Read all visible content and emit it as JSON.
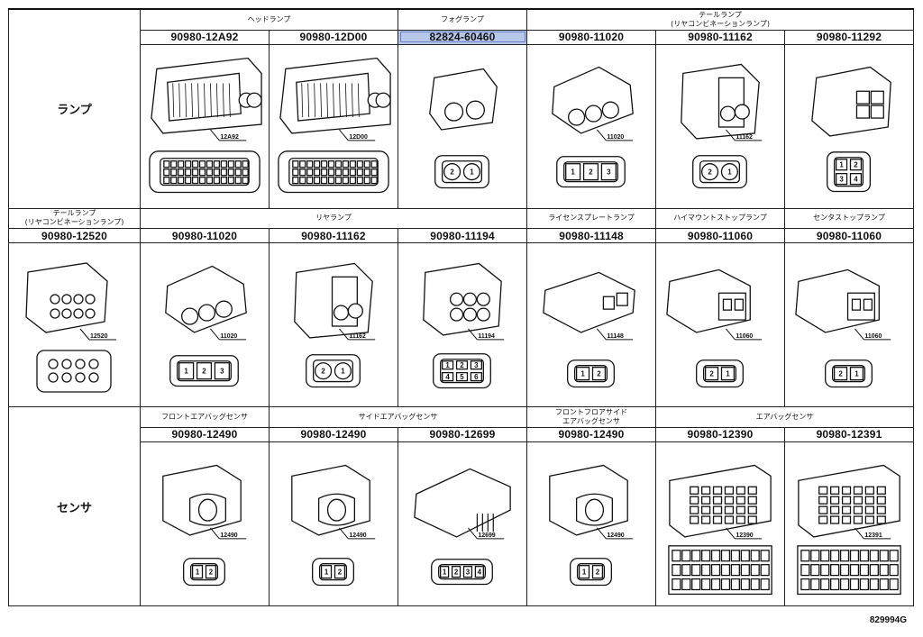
{
  "row1": {
    "label": "ランプ",
    "groups": [
      "ヘッドランプ",
      "フォグランプ",
      "テールランプ\n(リヤコンビネーションランプ)"
    ],
    "parts": [
      {
        "num": "90980-12A92",
        "callout": "12A92",
        "kind": "head"
      },
      {
        "num": "90980-12D00",
        "callout": "12D00",
        "kind": "head"
      },
      {
        "num": "82824-60460",
        "callout": "",
        "kind": "fog",
        "pins": [
          "2",
          "1"
        ]
      },
      {
        "num": "90980-11020",
        "callout": "11020",
        "kind": "tri",
        "pins": [
          "1",
          "2",
          "3"
        ]
      },
      {
        "num": "90980-11162",
        "callout": "11162",
        "kind": "dual",
        "pins": [
          "2",
          "1"
        ]
      },
      {
        "num": "90980-11292",
        "callout": "",
        "kind": "quad",
        "pins": [
          "1",
          "2",
          "3",
          "4"
        ]
      }
    ]
  },
  "row2": {
    "label_top": "テールランプ\n(リヤコンビネーションランプ)",
    "groups": [
      "リヤランプ",
      "ライセンスプレートランプ",
      "ハイマウントストップランプ",
      "センタストップランプ"
    ],
    "parts": [
      {
        "num": "90980-12520",
        "callout": "12520",
        "kind": "oct"
      },
      {
        "num": "90980-11020",
        "callout": "11020",
        "kind": "tri",
        "pins": [
          "1",
          "2",
          "3"
        ]
      },
      {
        "num": "90980-11162",
        "callout": "11162",
        "kind": "dual",
        "pins": [
          "2",
          "1"
        ]
      },
      {
        "num": "90980-11194",
        "callout": "11194",
        "kind": "hex",
        "pins": [
          "1",
          "2",
          "3",
          "4",
          "5",
          "6"
        ]
      },
      {
        "num": "90980-11148",
        "callout": "11148",
        "kind": "flat",
        "pins": [
          "1",
          "2"
        ]
      },
      {
        "num": "90980-11060",
        "callout": "11060",
        "kind": "twin",
        "pins": [
          "2",
          "1"
        ]
      },
      {
        "num": "90980-11060",
        "callout": "11060",
        "kind": "twin",
        "pins": [
          "2",
          "1"
        ]
      }
    ]
  },
  "row3": {
    "label": "センサ",
    "groups": [
      "フロントエアバッグセンサ",
      "サイドエアバッグセンサ",
      "フロントフロアサイド\nエアバッグセンサ",
      "エアバッグセンサ"
    ],
    "parts": [
      {
        "num": "90980-12490",
        "callout": "12490",
        "kind": "airbag",
        "pins": [
          "1",
          "2"
        ]
      },
      {
        "num": "90980-12490",
        "callout": "12490",
        "kind": "airbag",
        "pins": [
          "1",
          "2"
        ]
      },
      {
        "num": "90980-12699",
        "callout": "12699",
        "kind": "long",
        "pins": [
          "1",
          "2",
          "3",
          "4"
        ]
      },
      {
        "num": "90980-12490",
        "callout": "12490",
        "kind": "airbag",
        "pins": [
          "1",
          "2"
        ]
      },
      {
        "num": "90980-12390",
        "callout": "12390",
        "kind": "block"
      },
      {
        "num": "90980-12391",
        "callout": "12391",
        "kind": "block"
      }
    ]
  },
  "doc_code": "829994G"
}
